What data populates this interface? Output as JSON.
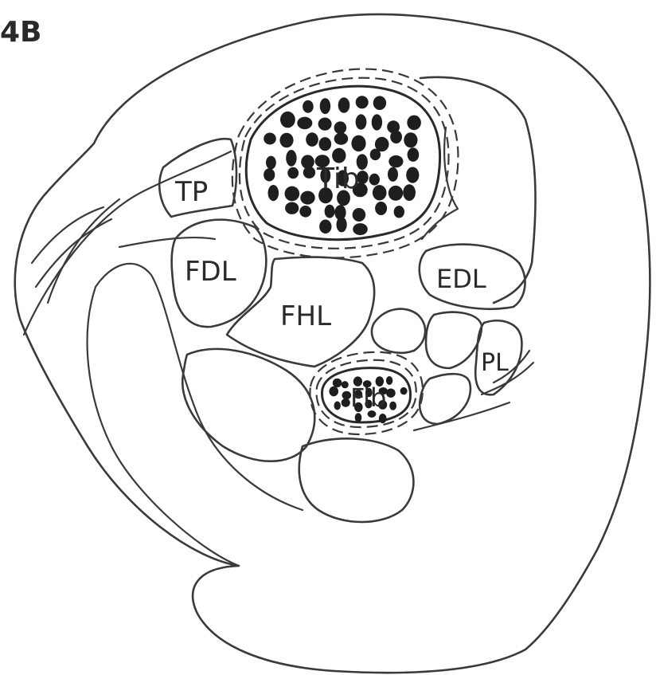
{
  "figure_label": "4B",
  "labels": {
    "tib": "Tib",
    "fib": "Fib",
    "tp": "TP",
    "fdl": "FDL",
    "fhl": "FHL",
    "edl": "EDL",
    "pl": "PL"
  }
}
